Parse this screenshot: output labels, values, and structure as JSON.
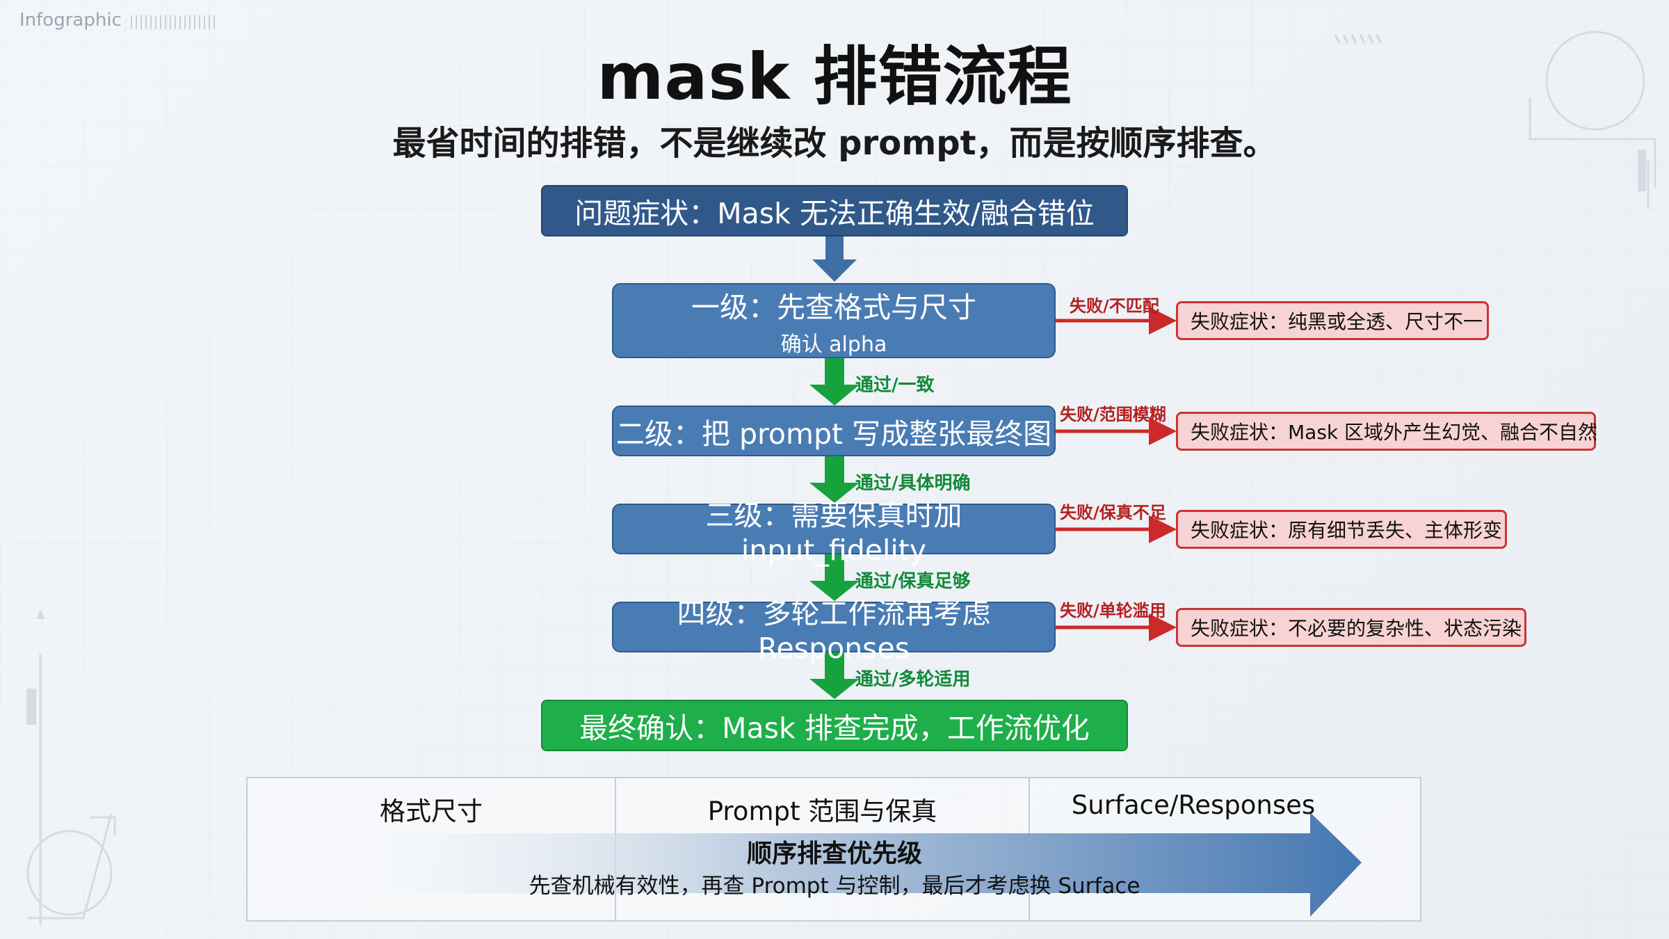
{
  "header": {
    "label": "Infographic"
  },
  "title": "mask 排错流程",
  "subtitle": "最省时间的排错，不是继续改 prompt，而是按顺序排查。",
  "flow": {
    "problem": "问题症状：Mask 无法正确生效/融合错位",
    "steps": [
      {
        "title": "一级：先查格式与尺寸",
        "sub": "确认 alpha",
        "pass": "通过/一致",
        "fail_label": "失败/不匹配",
        "fail_symptom": "失败症状：纯黑或全透、尺寸不一"
      },
      {
        "title": "二级：把 prompt 写成整张最终图",
        "pass": "通过/具体明确",
        "fail_label": "失败/范围模糊",
        "fail_symptom": "失败症状：Mask 区域外产生幻觉、融合不自然"
      },
      {
        "title": "三级：需要保真时加 input_fidelity",
        "pass": "通过/保真足够",
        "fail_label": "失败/保真不足",
        "fail_symptom": "失败症状：原有细节丢失、主体形变"
      },
      {
        "title": "四级：多轮工作流再考虑 Responses",
        "pass": "通过/多轮适用",
        "fail_label": "失败/单轮滥用",
        "fail_symptom": "失败症状：不必要的复杂性、状态污染"
      }
    ],
    "final": "最终确认：Mask 排查完成，工作流优化"
  },
  "bottom": {
    "columns": [
      "格式尺寸",
      "Prompt 范围与保真",
      "Surface/Responses"
    ],
    "priority_title": "顺序排查优先级",
    "priority_desc": "先查机械有效性，再查 Prompt 与控制，最后才考虑换 Surface"
  },
  "colors": {
    "dark_blue": "#30598a",
    "mid_blue": "#4a7cb4",
    "green": "#1eae4a",
    "red": "#cc3333",
    "fail_fill": "#f8d3d3"
  }
}
